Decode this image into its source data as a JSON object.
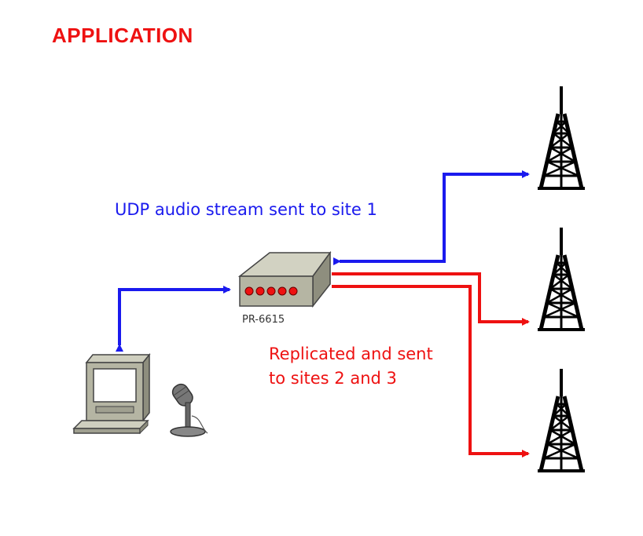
{
  "page": {
    "title": "APPLICATION",
    "title_color": "#ee1111"
  },
  "diagram": {
    "udp_label": "UDP audio stream sent to site 1",
    "udp_color": "#1a1aee",
    "replicated_label_line1": "Replicated and sent",
    "replicated_label_line2": "to sites 2 and 3",
    "replicated_color": "#ee1111",
    "device_label": "PR-6615",
    "nodes": [
      "computer",
      "microphone",
      "pr-6615-device",
      "tower-site-1",
      "tower-site-2",
      "tower-site-3"
    ]
  }
}
